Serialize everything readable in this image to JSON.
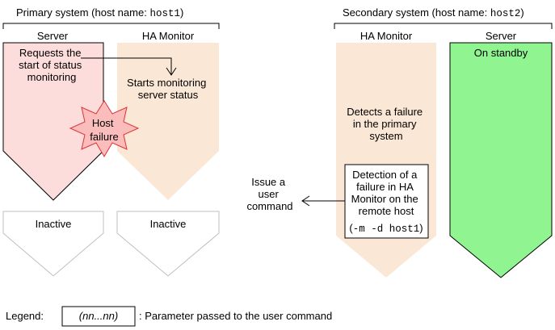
{
  "primary": {
    "title_prefix": "Primary system (host name: ",
    "host": "host1",
    "title_suffix": ")",
    "server_col": "Server",
    "hamon_col": "HA Monitor",
    "server_text": [
      "Requests the",
      "start of status",
      "monitoring"
    ],
    "hamon_text": [
      "Starts monitoring",
      "server status"
    ],
    "failure_text": [
      "Host",
      "failure"
    ],
    "server_after": "Inactive",
    "hamon_after": "Inactive"
  },
  "secondary": {
    "title_prefix": "Secondary system (host name: ",
    "host": "host2",
    "title_suffix": ")",
    "hamon_col": "HA Monitor",
    "server_col": "Server",
    "standby": "On standby",
    "detects_text": [
      "Detects a failure",
      "in the primary",
      "system"
    ],
    "box_text": [
      "Detection of a",
      "failure in HA",
      "Monitor on the",
      "remote host"
    ],
    "box_param": {
      "open": "(",
      "option": "-m -d ",
      "host": "host1",
      "close": ")"
    }
  },
  "user_command": [
    "Issue a",
    "user",
    "command"
  ],
  "legend": {
    "label": "Legend:",
    "sample": "(nn...nn)",
    "description": ": Parameter passed to the user command"
  },
  "colors": {
    "primary_server": "#fddcdc",
    "hamon": "#fbe7d6",
    "standby_server": "#90f590",
    "failure_burst": "#fbbcbc",
    "outline": "#000000",
    "inactive_outline": "#bfbfbf"
  }
}
